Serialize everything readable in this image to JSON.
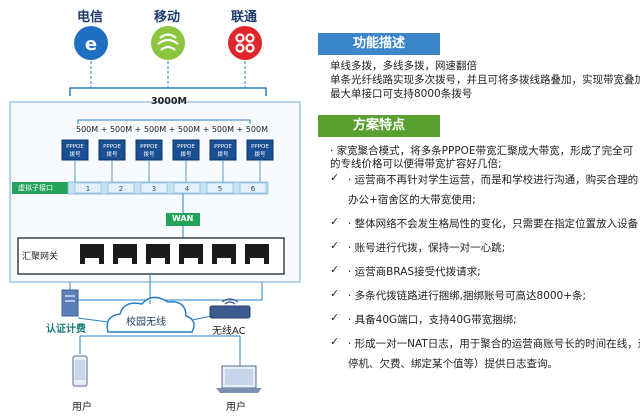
{
  "carriers": [
    {
      "name": "电信",
      "color": "#1f6fc2"
    },
    {
      "name": "移动",
      "color": "#8cc63f"
    },
    {
      "name": "联通",
      "color": "#e0262b"
    }
  ],
  "bandwidth_total": "3000M",
  "bandwidth_split": "500M + 500M + 500M + 500M + 500M + 500M",
  "pppoe_labels": [
    "PPPOE 拨号",
    "PPPOE 拨号",
    "PPPOE 拨号",
    "PPPOE 拨号",
    "PPPOE 拨号",
    "PPPOE 拨号"
  ],
  "virtual_interface_label": "虚拟子接口",
  "port_numbers": [
    "1",
    "2",
    "3",
    "4",
    "5",
    "6"
  ],
  "wan_label": "WAN",
  "gateway_label": "汇聚网关",
  "auth_label": "认证计费",
  "campus_wireless_label": "校园无线",
  "wireless_ac_label": "无线AC",
  "user_left_label": "用户",
  "user_right_label": "用户",
  "function": {
    "title": "功能描述",
    "lines": [
      "单线多拨，多线多拨，网速翻倍",
      "单条光纤线路实现多次拨号，并且可将多拨线路叠加，实现带宽叠加",
      "最大单接口可支持8000条拨号"
    ]
  },
  "features": {
    "title": "方案特点",
    "intro": [
      "· 家宽聚合模式，将多条PPPOE带宽汇聚成大带宽，形成了完全可",
      "的专线价格可以便得带宽扩容好几倍;"
    ],
    "items": [
      [
        "· 运营商不再针对学生运营，而是和学校进行沟通，购买合理的",
        "办公+宿舍区的大带宽使用;"
      ],
      [
        "· 整体网络不会发生格局性的变化，只需要在指定位置放入设备"
      ],
      [
        "· 账号进行代拨，保持一对一心跳;"
      ],
      [
        "· 运营商BRAS接受代拨请求;"
      ],
      [
        "· 多条代拨链路进行捆绑,捆绑账号可高达8000+条;"
      ],
      [
        "· 具备40G端口，支持40G带宽捆绑;"
      ],
      [
        "· 形成一对一NAT日志，用于聚合的运营商账号长的时间在线，运",
        "停机、欠费、绑定某个值等）提供日志查询。"
      ]
    ]
  },
  "colors": {
    "accent_blue": "#2a7fc4",
    "header_blue": "#3a86c8",
    "header_green": "#5aa031",
    "teal": "#1aa29a",
    "box_border": "#9ec5e2",
    "green_strip": "#23a35a"
  }
}
